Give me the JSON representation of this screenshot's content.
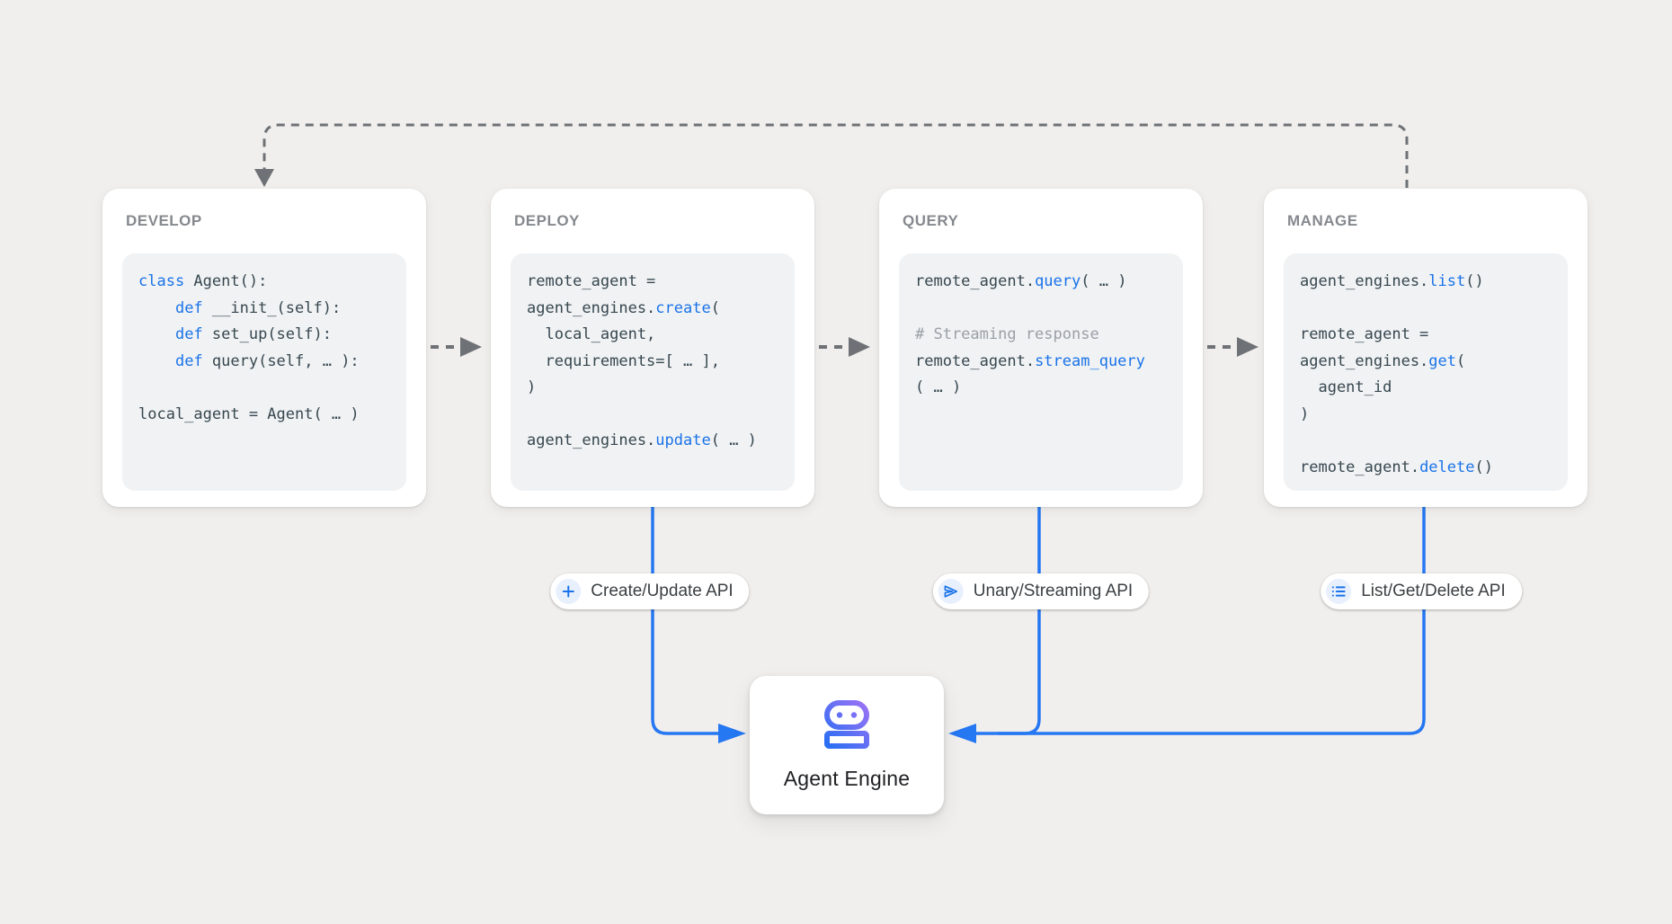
{
  "palette": {
    "background": "#f1efed",
    "card_background": "#ffffff",
    "code_background": "#f0f2f4",
    "card_title": "#85898e",
    "code_text": "#37474f",
    "code_keyword": "#1a73e8",
    "code_comment": "#9aa0a6",
    "connector_blue": "#2577f2",
    "connector_gray": "#6e7276",
    "pill_icon_background": "#e8f0fe",
    "pill_icon": "#1a73e8",
    "pill_text": "#3c4043",
    "engine_label_color": "#202124",
    "robot_gradient_start": "#a873f5",
    "robot_gradient_end": "#1b6ef3"
  },
  "workflow": {
    "cards": [
      {
        "title": "DEVELOP",
        "code": [
          [
            {
              "t": "class",
              "s": "kw"
            },
            {
              "t": " Agent():"
            }
          ],
          [
            {
              "t": "    "
            },
            {
              "t": "def",
              "s": "kw"
            },
            {
              "t": " __init_(self):"
            }
          ],
          [
            {
              "t": "    "
            },
            {
              "t": "def",
              "s": "kw"
            },
            {
              "t": " set_up(self):"
            }
          ],
          [
            {
              "t": "    "
            },
            {
              "t": "def",
              "s": "kw"
            },
            {
              "t": " query(self, … ):"
            }
          ],
          [],
          [
            {
              "t": "local_agent = Agent( … )"
            }
          ]
        ]
      },
      {
        "title": "DEPLOY",
        "code": [
          [
            {
              "t": "remote_agent ="
            }
          ],
          [
            {
              "t": "agent_engines."
            },
            {
              "t": "create",
              "s": "kw"
            },
            {
              "t": "("
            }
          ],
          [
            {
              "t": "  local_agent,"
            }
          ],
          [
            {
              "t": "  requirements=[ … ],"
            }
          ],
          [
            {
              "t": ")"
            }
          ],
          [],
          [
            {
              "t": "agent_engines."
            },
            {
              "t": "update",
              "s": "kw"
            },
            {
              "t": "( … )"
            }
          ]
        ]
      },
      {
        "title": "QUERY",
        "code": [
          [
            {
              "t": "remote_agent."
            },
            {
              "t": "query",
              "s": "kw"
            },
            {
              "t": "( … )"
            }
          ],
          [],
          [
            {
              "t": "# Streaming response",
              "s": "cm"
            }
          ],
          [
            {
              "t": "remote_agent."
            },
            {
              "t": "stream_query",
              "s": "kw"
            }
          ],
          [
            {
              "t": "( … )"
            }
          ]
        ]
      },
      {
        "title": "MANAGE",
        "code": [
          [
            {
              "t": "agent_engines."
            },
            {
              "t": "list",
              "s": "kw"
            },
            {
              "t": "()"
            }
          ],
          [],
          [
            {
              "t": "remote_agent ="
            }
          ],
          [
            {
              "t": "agent_engines."
            },
            {
              "t": "get",
              "s": "kw"
            },
            {
              "t": "("
            }
          ],
          [
            {
              "t": "  agent_id"
            }
          ],
          [
            {
              "t": ")"
            }
          ],
          [],
          [
            {
              "t": "remote_agent."
            },
            {
              "t": "delete",
              "s": "kw"
            },
            {
              "t": "()"
            }
          ]
        ]
      }
    ]
  },
  "api_labels": [
    {
      "label": "Create/Update API",
      "icon": "plus-icon"
    },
    {
      "label": "Unary/Streaming API",
      "icon": "send-icon"
    },
    {
      "label": "List/Get/Delete API",
      "icon": "list-icon"
    }
  ],
  "engine": {
    "label": "Agent Engine",
    "icon": "robot-agent-icon"
  }
}
